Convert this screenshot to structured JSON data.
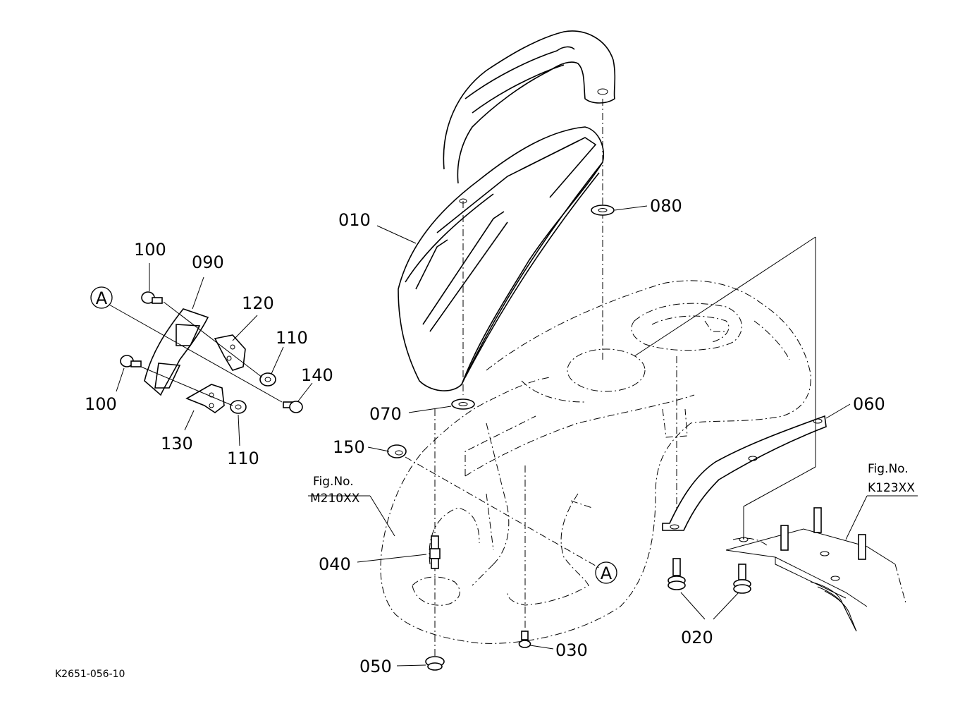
{
  "diagram": {
    "code": "K2651-056-10",
    "callout_letter": "A",
    "parts": {
      "p010": "010",
      "p020": "020",
      "p030": "030",
      "p040": "040",
      "p050": "050",
      "p060": "060",
      "p070": "070",
      "p080": "080",
      "p090": "090",
      "p100a": "100",
      "p100b": "100",
      "p110a": "110",
      "p110b": "110",
      "p120": "120",
      "p130": "130",
      "p140": "140",
      "p150": "150"
    },
    "fig_refs": {
      "left_line1": "Fig.No.",
      "left_line2": "M210XX",
      "right_line1": "Fig.No.",
      "right_line2": "K123XX"
    }
  }
}
